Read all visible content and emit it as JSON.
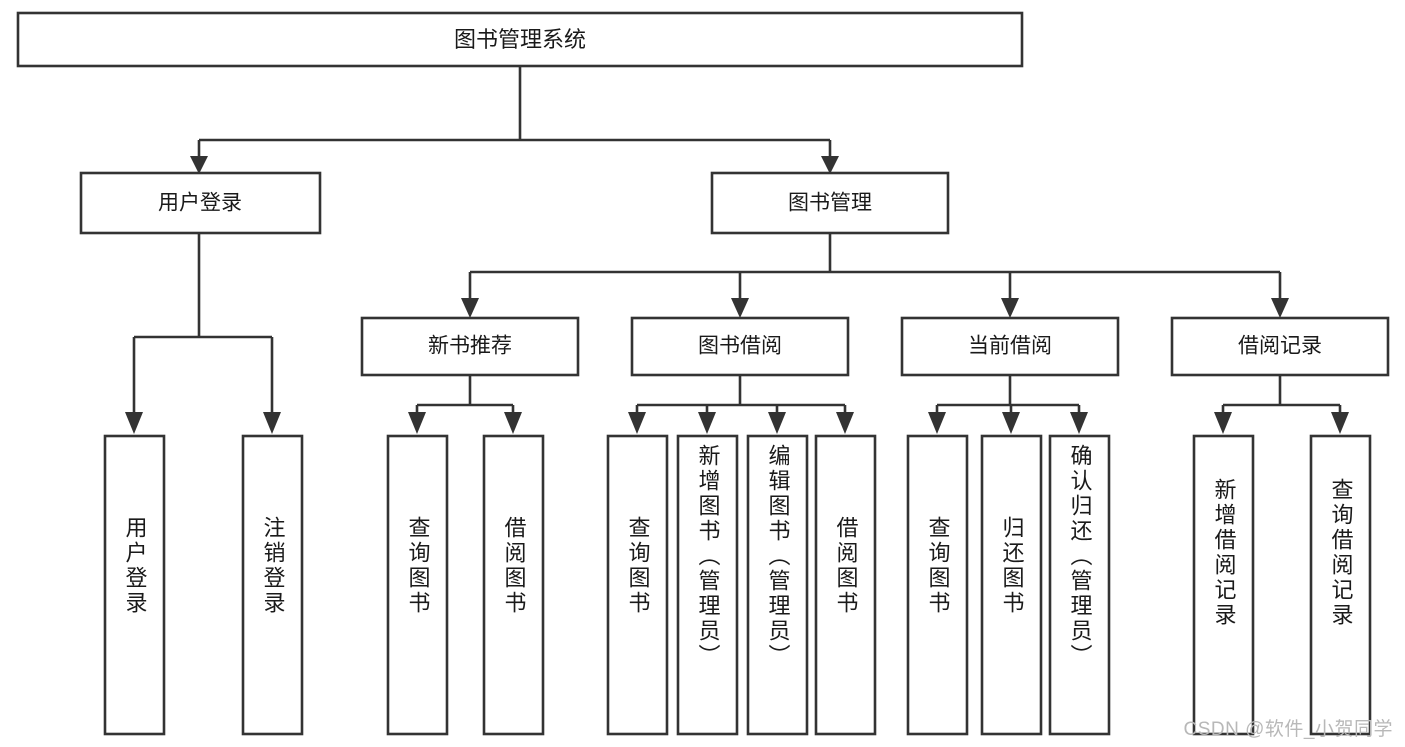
{
  "diagram": {
    "title": "图书管理系统",
    "type": "tree-hierarchy",
    "watermark": "CSDN @软件_小贺同学",
    "colors": {
      "stroke": "#333333",
      "fill": "#ffffff",
      "text": "#1a1a1a",
      "watermark": "#b8b8b8",
      "background": "#ffffff"
    },
    "root": {
      "label": "图书管理系统"
    },
    "level2": [
      {
        "label": "用户登录"
      },
      {
        "label": "图书管理"
      }
    ],
    "level3": [
      {
        "label": "新书推荐"
      },
      {
        "label": "图书借阅"
      },
      {
        "label": "当前借阅"
      },
      {
        "label": "借阅记录"
      }
    ],
    "leaves": {
      "user_login": [
        {
          "label": "用户登录"
        },
        {
          "label": "注销登录"
        }
      ],
      "new_book_recommend": [
        {
          "label": "查询图书"
        },
        {
          "label": "借阅图书"
        }
      ],
      "book_borrow": [
        {
          "label": "查询图书"
        },
        {
          "label": "新增图书（管理员）"
        },
        {
          "label": "编辑图书（管理员）"
        },
        {
          "label": "借阅图书"
        }
      ],
      "current_borrow": [
        {
          "label": "查询图书"
        },
        {
          "label": "归还图书"
        },
        {
          "label": "确认归还（管理员）"
        }
      ],
      "borrow_record": [
        {
          "label": "新增借阅记录"
        },
        {
          "label": "查询借阅记录"
        }
      ]
    }
  }
}
